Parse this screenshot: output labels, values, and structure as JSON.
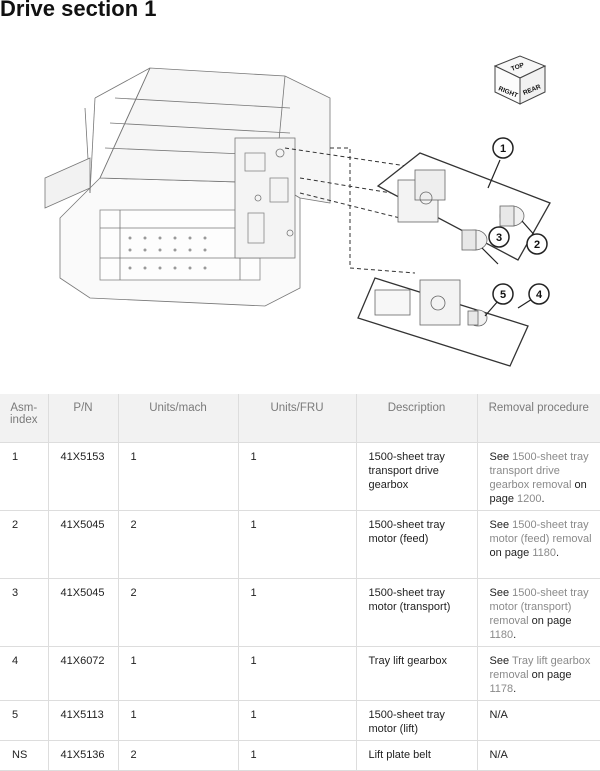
{
  "title": "Drive section 1",
  "figure": {
    "orientation_labels": [
      "TOP",
      "RIGHT",
      "REAR"
    ],
    "callouts": [
      "1",
      "2",
      "3",
      "4",
      "5"
    ]
  },
  "table": {
    "headers": [
      "Asm-index",
      "P/N",
      "Units/mach",
      "Units/FRU",
      "Description",
      "Removal procedure"
    ],
    "rows": [
      {
        "asm": "1",
        "pn": "41X5153",
        "mach": "1",
        "fru": "1",
        "desc": "1500-sheet tray transport drive gearbox",
        "removal_prefix": "See ",
        "removal_link": "1500-sheet tray transport drive gearbox removal",
        "removal_mid": " on page ",
        "removal_page": "1200",
        "removal_suffix": "."
      },
      {
        "asm": "2",
        "pn": "41X5045",
        "mach": "2",
        "fru": "1",
        "desc": "1500-sheet tray motor (feed)",
        "removal_prefix": "See ",
        "removal_link": "1500-sheet tray motor (feed) removal",
        "removal_mid": " on page ",
        "removal_page": "1180",
        "removal_suffix": "."
      },
      {
        "asm": "3",
        "pn": "41X5045",
        "mach": "2",
        "fru": "1",
        "desc": "1500-sheet tray motor (transport)",
        "removal_prefix": "See ",
        "removal_link": "1500-sheet tray motor (transport) removal",
        "removal_mid": " on page ",
        "removal_page": "1180",
        "removal_suffix": "."
      },
      {
        "asm": "4",
        "pn": "41X6072",
        "mach": "1",
        "fru": "1",
        "desc": "Tray lift gearbox",
        "removal_prefix": "See ",
        "removal_link": "Tray lift gearbox removal",
        "removal_mid": " on page ",
        "removal_page": "1178",
        "removal_suffix": "."
      },
      {
        "asm": "5",
        "pn": "41X5113",
        "mach": "1",
        "fru": "1",
        "desc": "1500-sheet tray motor (lift)",
        "removal_prefix": "",
        "removal_link": "",
        "removal_mid": "N/A",
        "removal_page": "",
        "removal_suffix": ""
      },
      {
        "asm": "NS",
        "pn": "41X5136",
        "mach": "2",
        "fru": "1",
        "desc": "Lift plate belt",
        "removal_prefix": "",
        "removal_link": "",
        "removal_mid": "N/A",
        "removal_page": "",
        "removal_suffix": ""
      }
    ]
  }
}
